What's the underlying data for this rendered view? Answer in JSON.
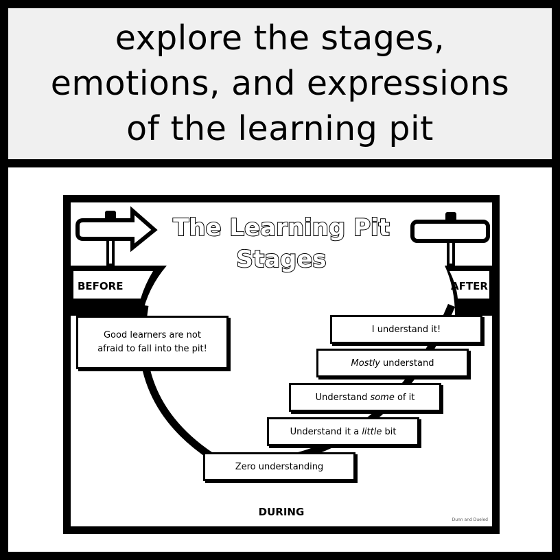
{
  "header": {
    "lines": [
      "explore the stages,",
      "emotions, and expressions",
      "of the learning pit"
    ]
  },
  "card": {
    "title_line1": "The Learning Pit",
    "title_line2": "Stages",
    "sign_before": "BEFORE",
    "sign_after": "AFTER",
    "callout": {
      "line1": "Good learners are not",
      "line2": "afraid to fall into the pit!"
    },
    "stages": {
      "s1": {
        "a": "I understand it!",
        "b": "",
        "c": ""
      },
      "s2": {
        "a": "",
        "b": "Mostly",
        "c": " understand"
      },
      "s3": {
        "a": "Understand ",
        "b": "some",
        "c": " of it"
      },
      "s4": {
        "a": "Understand it a ",
        "b": "little",
        "c": " bit"
      },
      "s5": {
        "a": "Zero understanding",
        "b": "",
        "c": ""
      }
    },
    "during_label": "DURING",
    "credit": "Dunn and Dueled"
  },
  "icons": [
    "arrow-sign-icon",
    "blank-sign-icon"
  ]
}
